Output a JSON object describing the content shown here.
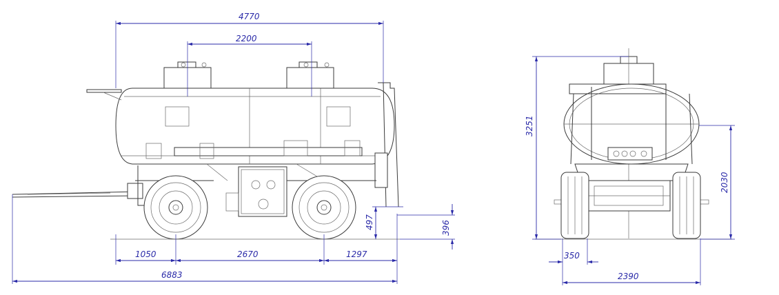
{
  "dimensions": {
    "side_overall_tank_length": "4770",
    "side_hatch_spacing": "2200",
    "side_front_overhang": "1050",
    "side_wheelbase": "2670",
    "side_rear_overhang": "1297",
    "side_overall_length": "6883",
    "side_platform_height": "497",
    "side_underrun_height": "396",
    "front_overall_height": "3251",
    "front_tank_axis_height": "2030",
    "front_track_offset": "350",
    "front_overall_width": "2390"
  },
  "colors": {
    "line": "#3a3a3a",
    "dimension": "#2a2aa8",
    "background": "#ffffff"
  }
}
